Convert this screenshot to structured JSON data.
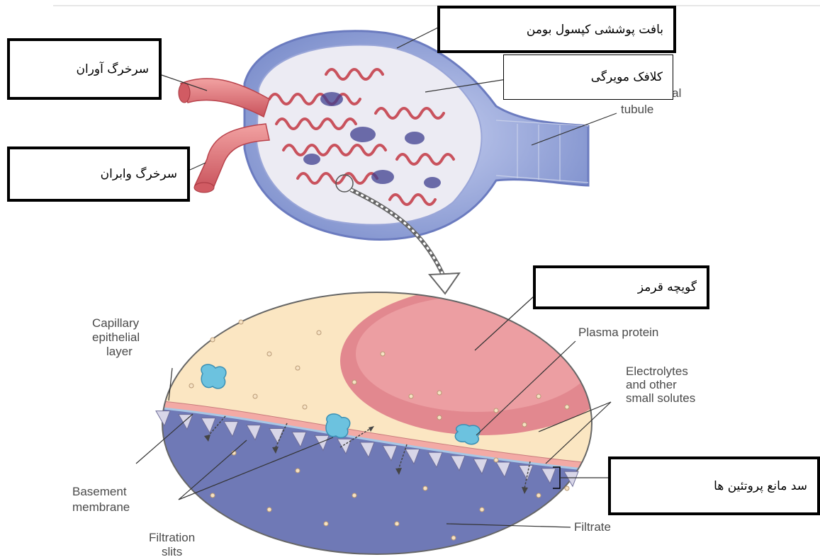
{
  "labels_fa": {
    "bowman_capsule_epithelium": "بافت پوششی کپسول بومن",
    "afferent_arteriole": "سرخرگ آوران",
    "capillary_tuft": "کلافک مویرگی",
    "efferent_arteriole": "سرخرگ وابران",
    "red_blood_cell": "گویچه قرمز",
    "protein_barrier": "سد مانع پروتئین ها"
  },
  "labels_en": {
    "proximal_tubule_1": "mal",
    "proximal_tubule_2": "tubule",
    "capillary_1": "Capillary",
    "capillary_2": "epithelial",
    "capillary_3": "layer",
    "plasma_protein": "Plasma protein",
    "electrolytes_1": "Electrolytes",
    "electrolytes_2": "and other",
    "electrolytes_3": "small solutes",
    "basement_1": "Basement",
    "basement_2": "membrane",
    "filtration_1": "Filtration",
    "filtration_2": "slits",
    "filtrate": "Filtrate"
  },
  "colors": {
    "capsule_blue": "#8f9fd4",
    "capillary_red": "#d9707a",
    "arteriole_red": "#e2787c",
    "plasma_cream": "#fbe6c2",
    "filtrate_blue": "#6f79b6",
    "rbc_pink": "#e2888f",
    "protein_cyan": "#6cc2df"
  }
}
